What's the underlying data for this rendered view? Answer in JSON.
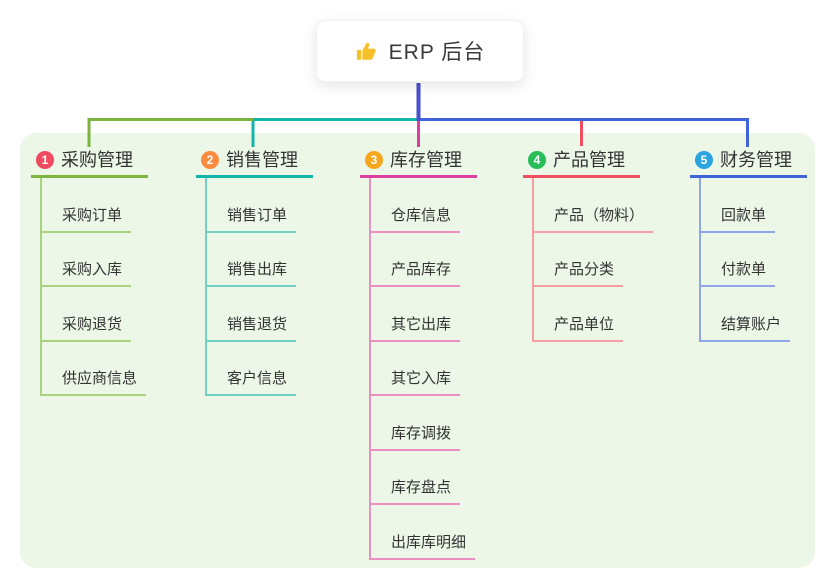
{
  "colors": {
    "panel_bg": "#ecf7e8",
    "root_line": "#4a4fcb",
    "thumb_icon": "#f5bf2a"
  },
  "root": {
    "label": "ERP 后台",
    "icon": "thumbs-up-icon"
  },
  "branches": [
    {
      "num": "1",
      "title": "采购管理",
      "badge_color": "#ee4a60",
      "line_color": "#7cb43e",
      "child_line_color": "#a9d37f",
      "children": [
        "采购订单",
        "采购入库",
        "采购退货",
        "供应商信息"
      ]
    },
    {
      "num": "2",
      "title": "销售管理",
      "badge_color": "#fb8c3f",
      "line_color": "#12b7aa",
      "child_line_color": "#72d0c6",
      "children": [
        "销售订单",
        "销售出库",
        "销售退货",
        "客户信息"
      ]
    },
    {
      "num": "3",
      "title": "库存管理",
      "badge_color": "#f6a71e",
      "line_color": "#dc3d9e",
      "child_line_color": "#eb8fc3",
      "children": [
        "仓库信息",
        "产品库存",
        "其它出库",
        "其它入库",
        "库存调拨",
        "库存盘点",
        "出库库明细"
      ]
    },
    {
      "num": "4",
      "title": "产品管理",
      "badge_color": "#27bd58",
      "line_color": "#f04f5f",
      "child_line_color": "#f59fa5",
      "children": [
        "产品（物料）",
        "产品分类",
        "产品单位"
      ]
    },
    {
      "num": "5",
      "title": "财务管理",
      "badge_color": "#2ba3e0",
      "line_color": "#3f63d9",
      "child_line_color": "#8fa7e9",
      "children": [
        "回款单",
        "付款单",
        "结算账户"
      ]
    }
  ]
}
